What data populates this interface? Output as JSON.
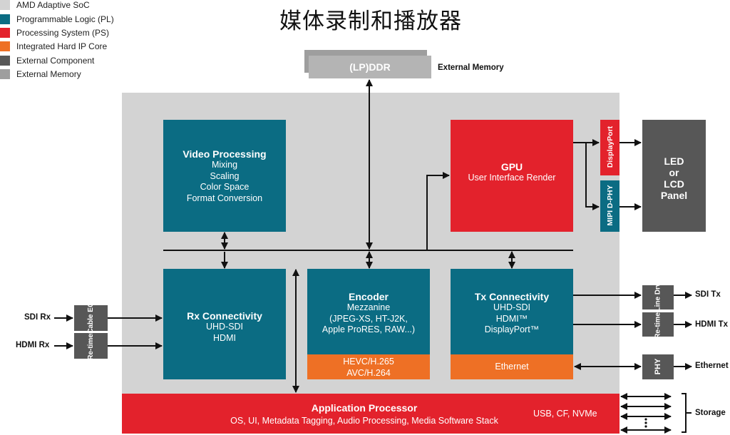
{
  "title": "媒体录制和播放器",
  "legend": [
    {
      "label": "AMD Adaptive SoC",
      "color": "#d3d3d3"
    },
    {
      "label": "Programmable Logic (PL)",
      "color": "#0b6c83"
    },
    {
      "label": "Processing System (PS)",
      "color": "#e3222c"
    },
    {
      "label": "Integrated Hard IP Core",
      "color": "#ee7025"
    },
    {
      "label": "External Component",
      "color": "#575757"
    },
    {
      "label": "External Memory",
      "color": "#9e9e9e"
    }
  ],
  "memory": {
    "label": "(LP)DDR",
    "caption": "External Memory"
  },
  "video_processing": {
    "title": "Video Processing",
    "lines": [
      "Mixing",
      "Scaling",
      "Color Space",
      "Format Conversion"
    ]
  },
  "gpu": {
    "title": "GPU",
    "subtitle": "User Interface Render"
  },
  "displayport": "DisplayPort",
  "mipi": "MIPI D-PHY",
  "panel": {
    "lines": [
      "LED",
      "or",
      "LCD",
      "Panel"
    ]
  },
  "rx": {
    "title": "Rx Connectivity",
    "lines": [
      "UHD-SDI",
      "HDMI"
    ]
  },
  "encoder": {
    "title": "Encoder",
    "lines": [
      "Mezzanine",
      "(JPEG-XS, HT-J2K,",
      "Apple ProRES, RAW...)"
    ],
    "hard_ip": [
      "HEVC/H.265",
      "AVC/H.264"
    ]
  },
  "tx": {
    "title": "Tx Connectivity",
    "lines": [
      "UHD-SDI",
      "HDMI™",
      "DisplayPort™"
    ],
    "hard_ip": "Ethernet"
  },
  "app": {
    "title": "Application Processor",
    "subtitle": "OS, UI, Metadata Tagging, Audio Processing, Media Software Stack",
    "io": "USB, CF, NVMe"
  },
  "inputs": {
    "sdi_rx": "SDI Rx",
    "hdmi_rx": "HDMI Rx"
  },
  "cable_eq": "Cable EQ",
  "retimer": "Re-timer",
  "line_drv": "Line Drv",
  "phy": "PHY",
  "outputs": {
    "sdi_tx": "SDI Tx",
    "hdmi_tx": "HDMI Tx",
    "ethernet": "Ethernet",
    "storage": "Storage"
  }
}
